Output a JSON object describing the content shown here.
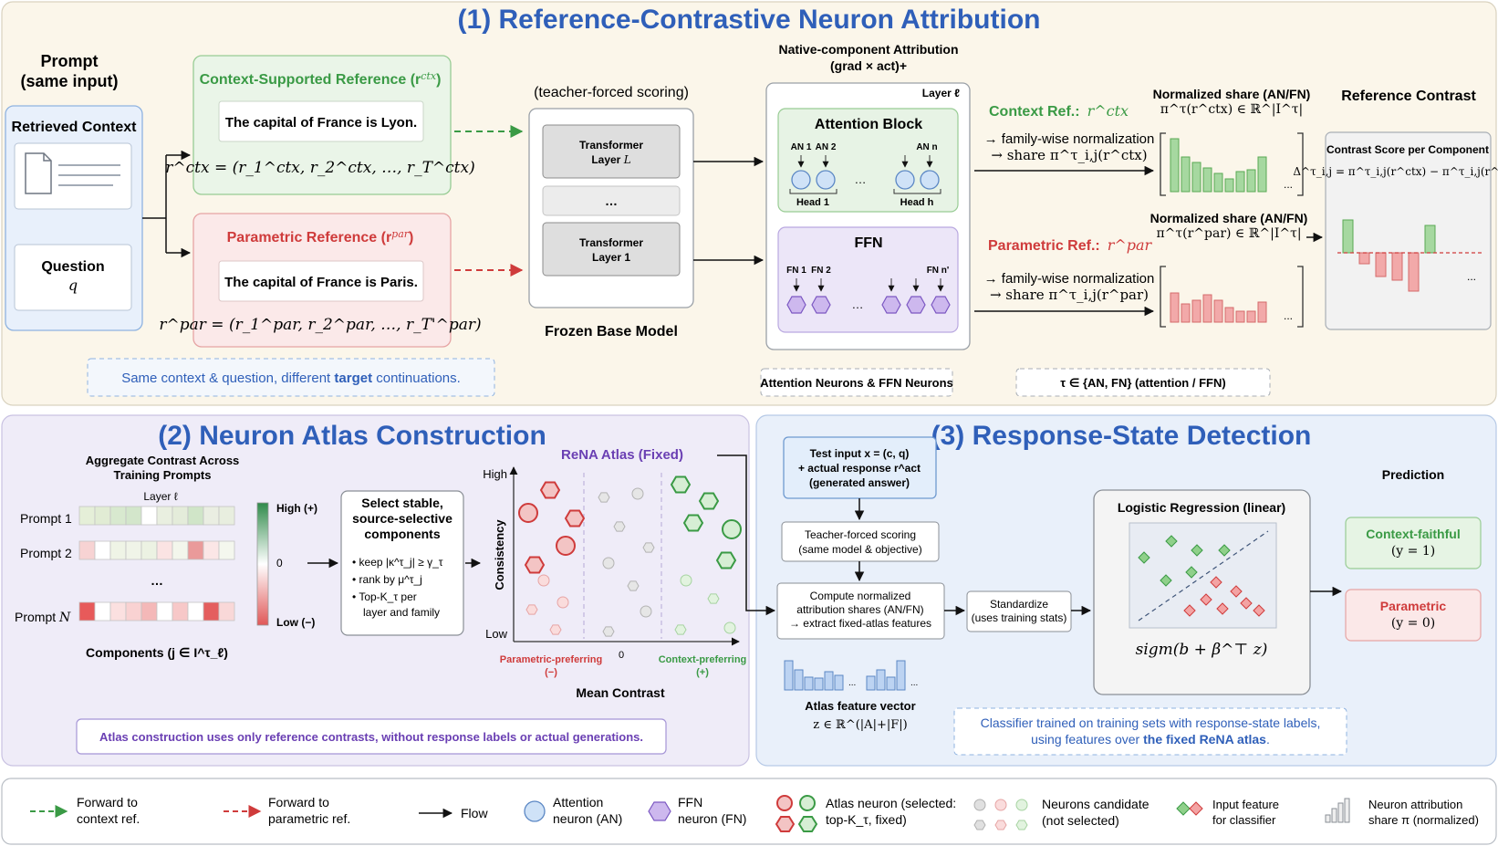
{
  "panel1": {
    "title": "(1) Reference-Contrastive Neuron Attribution",
    "prompt_title_1": "Prompt",
    "prompt_title_2": "(same input)",
    "retrieved_context": "Retrieved Context",
    "question_label": "Question",
    "question_var": "q",
    "ctx_ref_title": "Context-Supported Reference (r",
    "ctx_ref_sup": "ctx",
    "ctx_ref_sentence": "The capital of France is Lyon.",
    "ctx_ref_formula": "r^ctx = (r_1^ctx, r_2^ctx, …, r_T^ctx)",
    "par_ref_title": "Parametric Reference (r",
    "par_ref_sup": "par",
    "par_ref_sentence": "The capital of France is Paris.",
    "par_ref_formula": "r^par = (r_1^par, r_2^par, …, r_T'^par)",
    "same_context_note_pre": "Same context & question, different ",
    "same_context_note_bold": "target",
    "same_context_note_post": " continuations.",
    "teacher_forced": "(teacher-forced scoring)",
    "transformer_layer_L": "Transformer Layer L",
    "transformer_ellipsis": "…",
    "transformer_layer_1": "Transformer Layer 1",
    "frozen_base": "Frozen Base Model",
    "native_attr_1": "Native-component Attribution",
    "native_attr_2": "(grad × act)+",
    "layer_l": "Layer ℓ",
    "attention_block": "Attention Block",
    "an_labels": [
      "AN 1",
      "AN 2",
      "AN n"
    ],
    "head_1": "Head 1",
    "head_h": "Head h",
    "ffn": "FFN",
    "fn_labels": [
      "FN 1",
      "FN 2",
      "FN n'"
    ],
    "ellipsis": "…",
    "neurons_note": "Attention Neurons & FFN Neurons",
    "tau_note": "τ ∈ {AN, FN} (attention / FFN)",
    "context_ref_label": "Context Ref.:",
    "context_ref_var": "r^ctx",
    "parametric_ref_label": "Parametric Ref.:",
    "parametric_ref_var": "r^par",
    "family_norm": "→ family-wise normalization",
    "share_ctx": "→ share π^τ_i,j(r^ctx)",
    "share_par": "→ share π^τ_i,j(r^par)",
    "norm_share_title": "Normalized share (AN/FN)",
    "norm_share_ctx_formula": "π^τ(r^ctx) ∈ ℝ^|I^τ|",
    "norm_share_par_formula": "π^τ(r^par) ∈ ℝ^|I^τ|",
    "reference_contrast": "Reference Contrast",
    "contrast_score_title": "Contrast Score per Component",
    "contrast_formula": "Δ^τ_i,j = π^τ_i,j(r^ctx) − π^τ_i,j(r^par)"
  },
  "panel2": {
    "title": "(2) Neuron Atlas Construction",
    "aggregate_1": "Aggregate Contrast Across",
    "aggregate_2": "Training Prompts",
    "layer_l": "Layer ℓ",
    "prompt_1": "Prompt 1",
    "prompt_2": "Prompt 2",
    "prompt_dots": "…",
    "prompt_n": "Prompt N",
    "components": "Components (j ∈ I^τ_ℓ)",
    "scale_high": "High (+)",
    "scale_zero": "0",
    "scale_low": "Low (−)",
    "select_1": "Select stable,",
    "select_2": "source-selective",
    "select_3": "components",
    "bullet_1": "• keep |κ^τ_j| ≥ γ_τ",
    "bullet_2": "• rank by μ^τ_j",
    "bullet_3a": "• Top-K_τ per",
    "bullet_3b": "layer and family",
    "atlas_title": "ReNA Atlas (Fixed)",
    "y_high": "High",
    "y_low": "Low",
    "y_label": "Consistency",
    "x_label": "Mean Contrast",
    "x_zero": "0",
    "x_left_1": "Parametric-preferring",
    "x_left_2": "(−)",
    "x_right_1": "Context-preferring",
    "x_right_2": "(+)",
    "note": "Atlas construction uses only reference contrasts, without response labels or actual generations."
  },
  "panel3": {
    "title": "(3) Response-State Detection",
    "test_input_1": "Test input x = (c, q)",
    "test_input_2": "+ actual response r^act",
    "test_input_3": "(generated answer)",
    "tf_1": "Teacher-forced scoring",
    "tf_2": "(same model & objective)",
    "compute_1": "Compute normalized",
    "compute_2": "attribution shares (AN/FN)",
    "compute_3": "→ extract fixed-atlas features",
    "standardize_1": "Standardize",
    "standardize_2": "(uses training stats)",
    "atlas_vec_1": "Atlas feature vector",
    "atlas_vec_2": "z ∈ ℝ^(|A|+|F|)",
    "logreg_title": "Logistic Regression (linear)",
    "sigm": "sigm(b + β^⊤ z)",
    "prediction": "Prediction",
    "cf_1": "Context-faithful",
    "cf_2": "(y = 1)",
    "par_1": "Parametric",
    "par_2": "(y = 0)",
    "classifier_note_1": "Classifier trained on training sets with response-state labels,",
    "classifier_note_2a": "using features over ",
    "classifier_note_2b": "the fixed ReNA atlas",
    "classifier_note_2c": ".",
    "dots": "..."
  },
  "legend": {
    "fwd_ctx_1": "Forward to",
    "fwd_ctx_2": "context ref.",
    "fwd_par_1": "Forward to",
    "fwd_par_2": "parametric ref.",
    "flow": "Flow",
    "an_1": "Attention",
    "an_2": "neuron (AN)",
    "fn_1": "FFN",
    "fn_2": "neuron (FN)",
    "atlas_1": "Atlas neuron (selected:",
    "atlas_2": "top-K_τ, fixed)",
    "cand_1": "Neurons candidate",
    "cand_2": "(not selected)",
    "feat_1": "Input feature",
    "feat_2": "for classifier",
    "attr_1": "Neuron attribution",
    "attr_2": "share π (normalized)"
  },
  "colors": {
    "blue_title": "#2f5fb9",
    "green": "#3a9a45",
    "red": "#cf3b3b",
    "purple": "#6a3fb3",
    "panel1_bg": "#fbf6ea",
    "panel2_bg": "#efecf8",
    "panel3_bg": "#e9f0fa"
  }
}
